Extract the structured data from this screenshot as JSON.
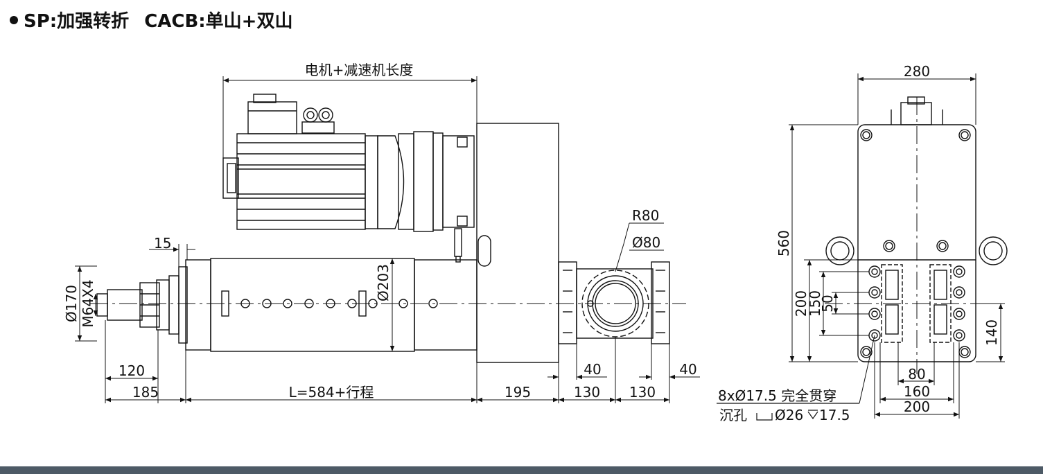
{
  "heading": {
    "model_code": "SP:加强转折",
    "variant_code": "CACB:单山+双山"
  },
  "side_view": {
    "motor_reducer_length": "电机+减速机长度",
    "dims": {
      "rod_offset": "15",
      "body_dia": "Ø170",
      "thread": "M64X4",
      "housing_dia": "Ø203",
      "rod_length": "120",
      "front_length": "185",
      "stroke_length": "L=584+行程",
      "gearbox_length": "195",
      "trunnion_width_a": "130",
      "trunnion_width_b": "130",
      "trunnion_offset_a": "40",
      "trunnion_offset_b": "40",
      "radius": "R80",
      "bore_dia": "Ø80"
    }
  },
  "end_view": {
    "width": "280",
    "height": "560",
    "bolt_span_v": "200",
    "slot_v": "150",
    "slot_gap": "50",
    "center_h": "140",
    "slot_width": "80",
    "bolt_span_h1": "160",
    "bolt_span_h2": "200",
    "hole_note": "8xØ17.5 完全贯穿",
    "counterbore_prefix": "沉孔",
    "counterbore_spec": "Ø26",
    "counterbore_depth": "17.5"
  },
  "colors": {
    "ink": "#111111",
    "footer": "#4d5a66"
  }
}
